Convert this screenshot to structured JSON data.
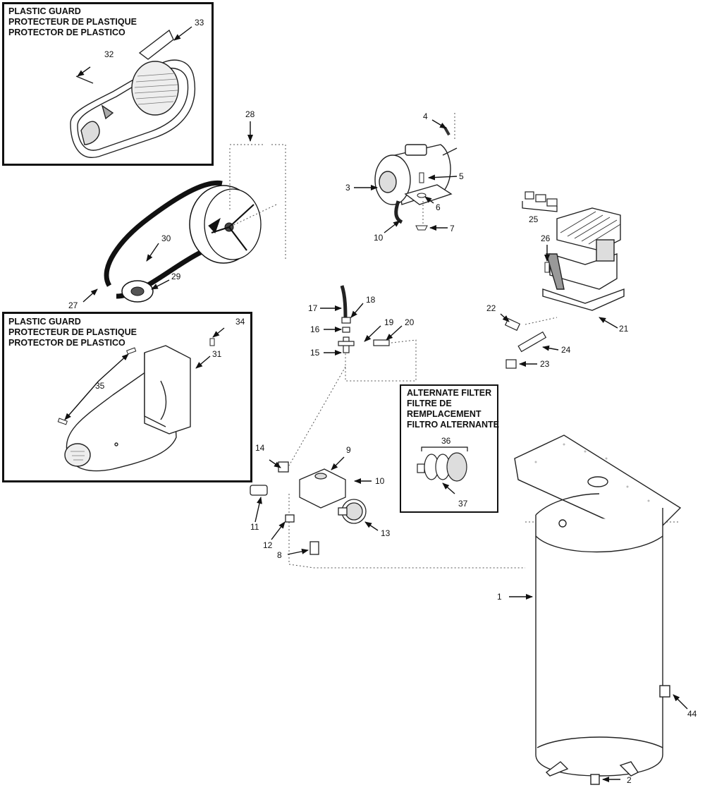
{
  "guard_box_top": {
    "lines": [
      "PLASTIC GUARD",
      "PROTECTEUR DE PLASTIQUE",
      "PROTECTOR DE PLASTICO"
    ]
  },
  "guard_box_bottom": {
    "lines": [
      "PLASTIC GUARD",
      "PROTECTEUR DE PLASTIQUE",
      "PROTECTOR DE PLASTICO"
    ]
  },
  "alternate_filter_box": {
    "lines": [
      "ALTERNATE FILTER",
      "FILTRE DE",
      "REMPLACEMENT",
      "FILTRO ALTERNANTE"
    ]
  },
  "callouts": [
    "1",
    "2",
    "3",
    "4",
    "5",
    "6",
    "7",
    "8",
    "9",
    "10",
    "10",
    "11",
    "12",
    "13",
    "14",
    "15",
    "16",
    "17",
    "18",
    "19",
    "20",
    "21",
    "22",
    "23",
    "24",
    "25",
    "26",
    "27",
    "28",
    "29",
    "30",
    "31",
    "32",
    "33",
    "34",
    "35",
    "36",
    "37",
    "44"
  ]
}
